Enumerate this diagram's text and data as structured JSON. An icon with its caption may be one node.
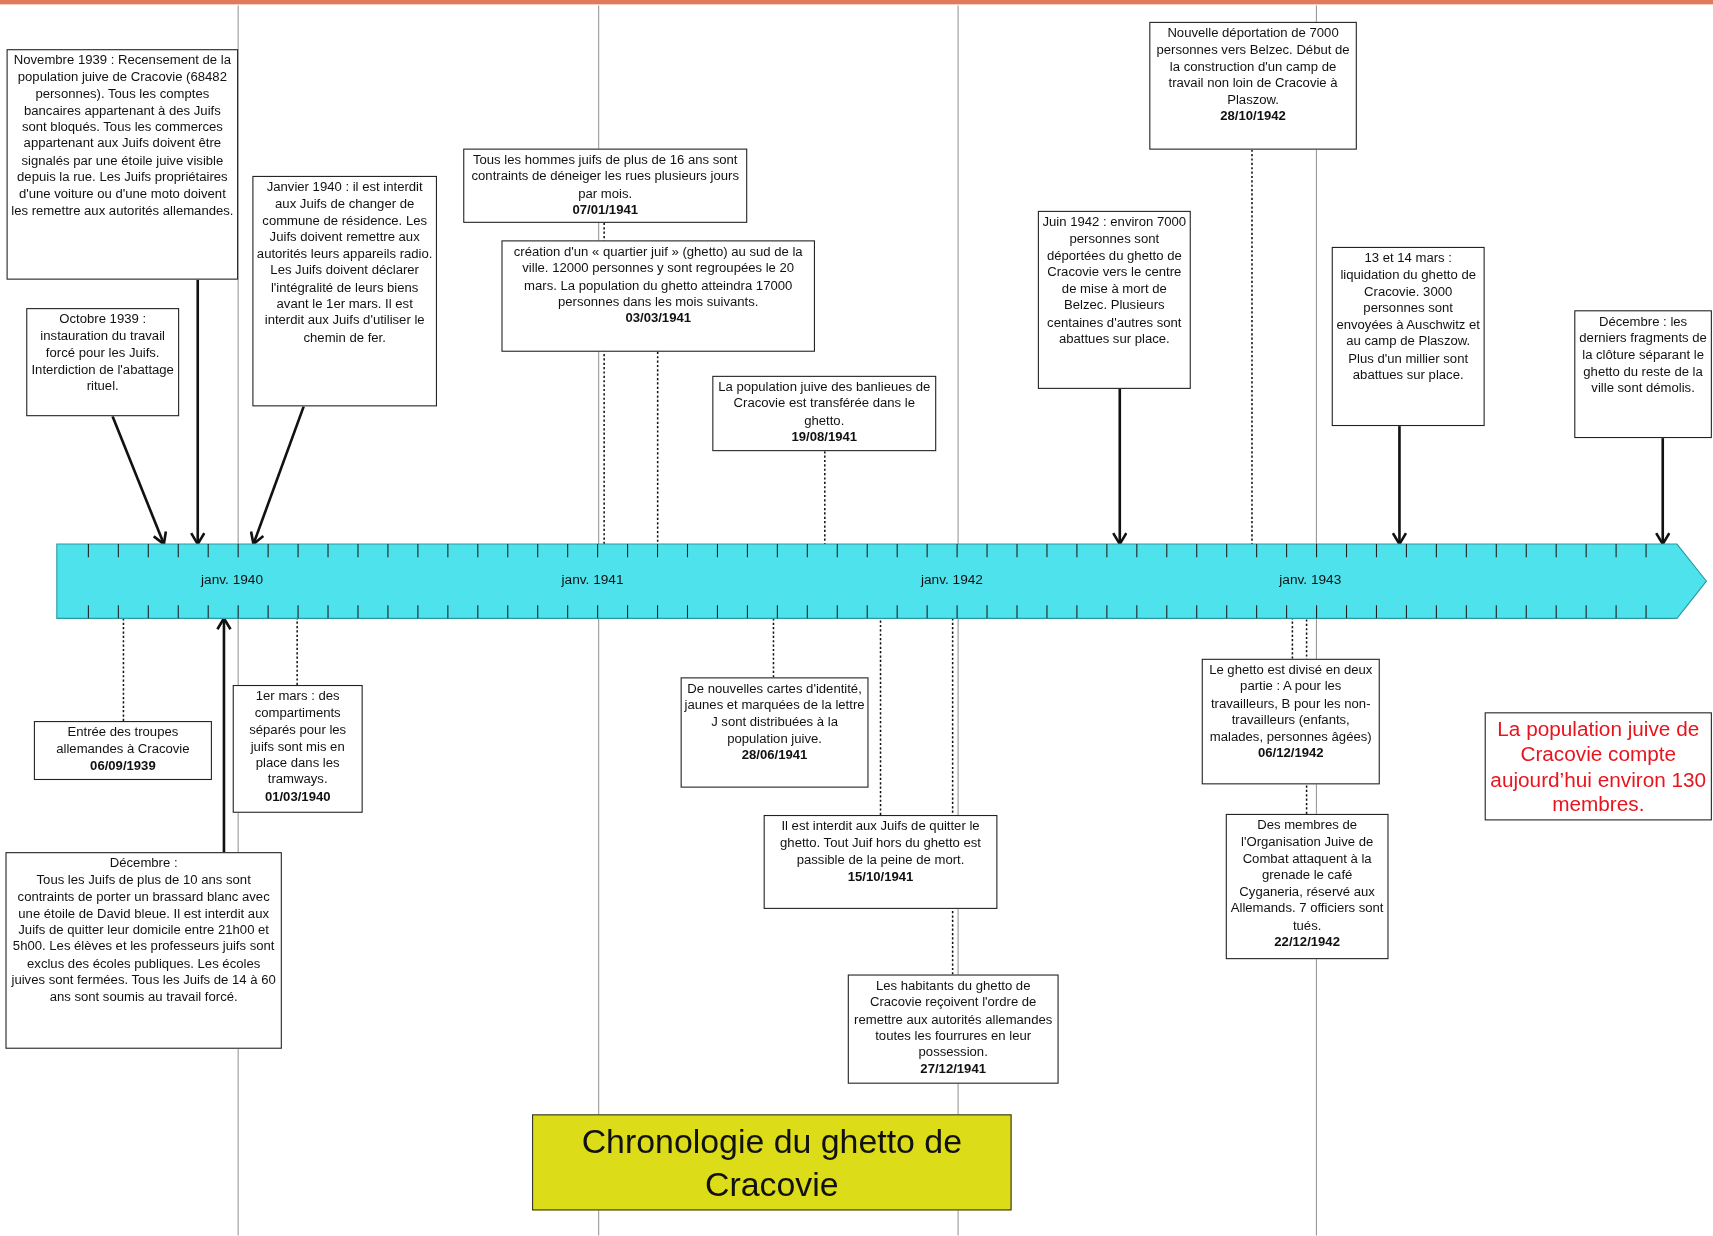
{
  "diagram": {
    "title": "Chronologie du ghetto de Cracovie",
    "nodes": [
      {
        "text": [
          "janv. 1940",
          "janv. 1941",
          "janv. 1942",
          "janv. 1943"
        ]
      },
      {
        "text": [
          "Novembre 1939 : Recensement de la population juive de Cracovie (68482 personnes). Tous les comptes bancaires appartenant à des Juifs sont bloqués. Tous les commerces appartenant aux Juifs doivent être signalés par une étoile juive visible depuis la rue. Les Juifs propriétaires d'une voiture ou d'une moto doivent les remettre aux autorités allemandes."
        ]
      },
      {
        "text": [
          "Octobre 1939 : instauration du travail forcé pour les Juifs. Interdiction de l'abattage rituel."
        ]
      },
      {
        "text": [
          "Janvier 1940 : il est interdit aux Juifs de changer de commune de résidence. Les Juifs doivent remettre aux autorités leurs appareils radio. Les Juifs doivent déclarer l'intégralité de leurs biens avant le 1er mars. Il est interdit aux Juifs d'utiliser le chemin de fer."
        ]
      },
      {
        "text": [
          "Tous les hommes juifs de plus de 16 ans sont contraints de déneiger les rues plusieurs jours par mois.",
          "07/01/1941"
        ]
      },
      {
        "text": [
          "création d'un « quartier juif » (ghetto) au sud de la ville. 12000 personnes y sont regroupées le 20 mars. La population du ghetto atteindra 17000 personnes dans les mois suivants.",
          "03/03/1941"
        ]
      },
      {
        "text": [
          "La population juive des banlieues de Cracovie est transférée dans le ghetto.",
          "19/08/1941"
        ]
      },
      {
        "text": [
          "Juin 1942 : environ 7000 personnes sont déportées du ghetto de Cracovie vers le centre de mise à mort de Belzec. Plusieurs centaines d'autres sont abattues sur place."
        ]
      },
      {
        "text": [
          "Nouvelle déportation de 7000 personnes vers Belzec. Début de la construction d'un camp de travail non loin de Cracovie à Plaszow.",
          "28/10/1942"
        ]
      },
      {
        "text": [
          "13 et 14 mars : liquidation du ghetto de Cracovie. 3000 personnes sont envoyées à Auschwitz et au camp de Plaszow. Plus d'un millier sont abattues sur place."
        ]
      },
      {
        "text": [
          "Décembre : les derniers fragments de la clôture séparant le ghetto du reste de la ville sont démolis."
        ]
      },
      {
        "text": [
          "Entrée des troupes allemandes à Cracovie",
          "06/09/1939"
        ]
      },
      {
        "text": [
          "Décembre :",
          "Tous les Juifs de plus de 10 ans sont contraints de porter un brassard blanc avec une étoile de David bleue. Il est interdit aux Juifs de quitter leur domicile entre 21h00 et 5h00. Les élèves et les professeurs juifs sont exclus des écoles publiques. Les écoles juives sont fermées. Tous les Juifs de 14 à 60 ans sont soumis au travail forcé."
        ]
      },
      {
        "text": [
          "1er mars : des compartiments séparés pour les juifs sont mis en place dans les tramways.",
          "01/03/1940"
        ]
      },
      {
        "text": [
          "De nouvelles cartes d'identité, jaunes et marquées de la lettre J sont distribuées à la population juive.",
          "28/06/1941"
        ]
      },
      {
        "text": [
          "Il est interdit aux Juifs de quitter le ghetto. Tout Juif hors du ghetto est passible de la peine de mort.",
          "15/10/1941"
        ]
      },
      {
        "text": [
          "Les habitants du ghetto de Cracovie reçoivent l'ordre de remettre aux autorités allemandes toutes les fourrures en leur possession.",
          "27/12/1941"
        ]
      },
      {
        "text": [
          "Le ghetto est divisé en deux partie : A pour les travailleurs, B pour les non-travailleurs (enfants, malades, personnes âgées)",
          "06/12/1942"
        ]
      },
      {
        "text": [
          "Des membres de l'Organisation Juive de Combat attaquent à la grenade le café Cyganeria, réservé aux Allemands. 7 officiers sont tués.",
          "22/12/1942"
        ]
      },
      {
        "text": [
          "La population juive de Cracovie compte aujourd’hui environ 130 membres."
        ]
      }
    ],
    "edges": [
      {
        "from": 1,
        "to": 0,
        "arrow": "to"
      },
      {
        "from": 2,
        "to": 0,
        "arrow": "to"
      },
      {
        "from": 3,
        "to": 0,
        "arrow": "to"
      },
      {
        "from": 4,
        "to": 0,
        "arrow": "none",
        "style": "dashed"
      },
      {
        "from": 5,
        "to": 0,
        "arrow": "none",
        "style": "dashed"
      },
      {
        "from": 6,
        "to": 0,
        "arrow": "none",
        "style": "dashed"
      },
      {
        "from": 7,
        "to": 0,
        "arrow": "to"
      },
      {
        "from": 8,
        "to": 0,
        "arrow": "none",
        "style": "dashed"
      },
      {
        "from": 9,
        "to": 0,
        "arrow": "to"
      },
      {
        "from": 10,
        "to": 0,
        "arrow": "to"
      },
      {
        "from": 11,
        "to": 0,
        "arrow": "none",
        "style": "dashed"
      },
      {
        "from": 12,
        "to": 0,
        "arrow": "to"
      },
      {
        "from": 13,
        "to": 0,
        "arrow": "none",
        "style": "dashed"
      },
      {
        "from": 14,
        "to": 0,
        "arrow": "none",
        "style": "dashed"
      },
      {
        "from": 15,
        "to": 0,
        "arrow": "none",
        "style": "dashed"
      },
      {
        "from": 16,
        "to": 0,
        "arrow": "none",
        "style": "dashed"
      },
      {
        "from": 17,
        "to": 0,
        "arrow": "none",
        "style": "dashed"
      },
      {
        "from": 18,
        "to": 0,
        "arrow": "none",
        "style": "dashed"
      }
    ]
  }
}
